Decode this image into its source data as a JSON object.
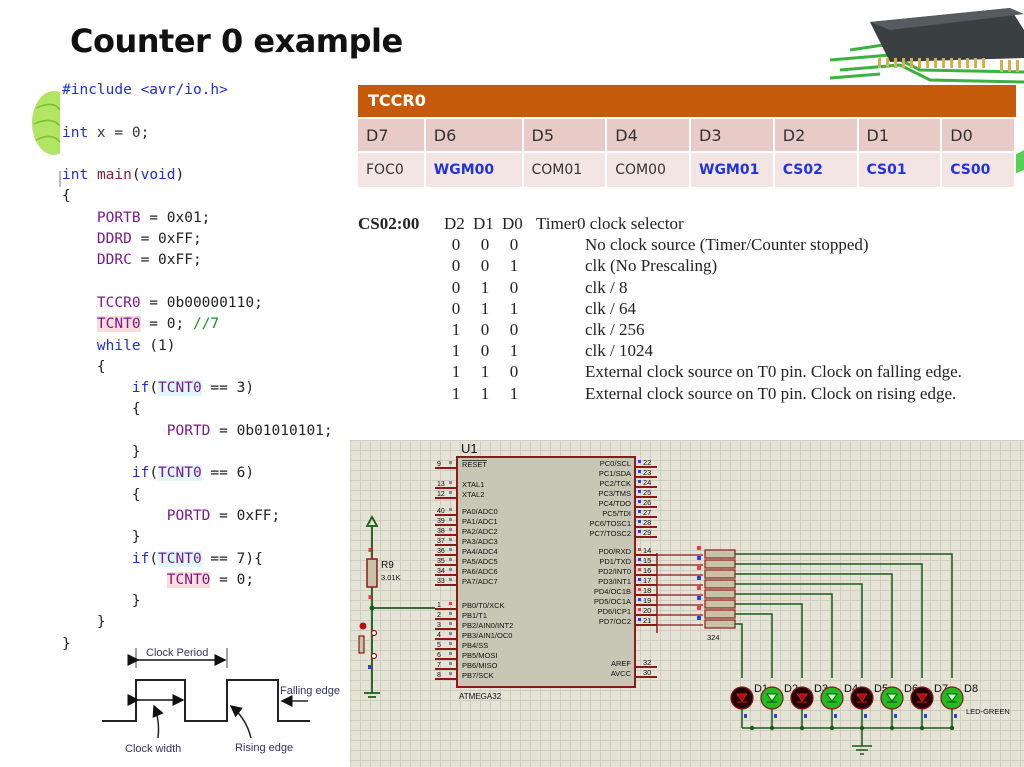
{
  "title": "Counter 0 example",
  "code": {
    "lines": [
      [
        {
          "t": "#include <avr/io.h>",
          "c": "kw"
        }
      ],
      [],
      [
        {
          "t": "int",
          "c": "kw"
        },
        {
          "t": " x = 0;",
          "c": "num"
        }
      ],
      [],
      [
        {
          "t": "int",
          "c": "kw"
        },
        {
          "t": " "
        },
        {
          "t": "main",
          "c": "fn"
        },
        {
          "t": "("
        },
        {
          "t": "void",
          "c": "kw"
        },
        {
          "t": ")"
        }
      ],
      [
        {
          "t": "{"
        }
      ],
      [
        {
          "t": "    "
        },
        {
          "t": "PORTB",
          "c": "id"
        },
        {
          "t": " = 0x01;"
        }
      ],
      [
        {
          "t": "    "
        },
        {
          "t": "DDRD",
          "c": "id"
        },
        {
          "t": " = 0xFF;"
        }
      ],
      [
        {
          "t": "    "
        },
        {
          "t": "DDRC",
          "c": "id"
        },
        {
          "t": " = 0xFF;"
        }
      ],
      [],
      [
        {
          "t": "    "
        },
        {
          "t": "TCCR0",
          "c": "id"
        },
        {
          "t": " = 0b00000110;"
        }
      ],
      [
        {
          "t": "    "
        },
        {
          "t": "TCNT0",
          "c": "hl-red"
        },
        {
          "t": " = 0; "
        },
        {
          "t": "//7",
          "c": "cm"
        }
      ],
      [
        {
          "t": "    "
        },
        {
          "t": "while",
          "c": "kw"
        },
        {
          "t": " (1)"
        }
      ],
      [
        {
          "t": "    {"
        }
      ],
      [
        {
          "t": "        "
        },
        {
          "t": "if",
          "c": "kw"
        },
        {
          "t": "("
        },
        {
          "t": "TCNT0",
          "c": "hl-cyan"
        },
        {
          "t": " == 3)"
        }
      ],
      [
        {
          "t": "        {"
        }
      ],
      [
        {
          "t": "            "
        },
        {
          "t": "PORTD",
          "c": "id"
        },
        {
          "t": " = 0b01010101;"
        }
      ],
      [
        {
          "t": "        }"
        }
      ],
      [
        {
          "t": "        "
        },
        {
          "t": "if",
          "c": "kw"
        },
        {
          "t": "("
        },
        {
          "t": "TCNT0",
          "c": "hl-cyan"
        },
        {
          "t": " == 6)"
        }
      ],
      [
        {
          "t": "        {"
        }
      ],
      [
        {
          "t": "            "
        },
        {
          "t": "PORTD",
          "c": "id"
        },
        {
          "t": " = 0xFF;"
        }
      ],
      [
        {
          "t": "        }"
        }
      ],
      [
        {
          "t": "        "
        },
        {
          "t": "if",
          "c": "kw"
        },
        {
          "t": "("
        },
        {
          "t": "TCNT0",
          "c": "hl-cyan"
        },
        {
          "t": " == 7){"
        }
      ],
      [
        {
          "t": "            "
        },
        {
          "t": "TCNT0",
          "c": "hl-red"
        },
        {
          "t": " = 0;"
        }
      ],
      [
        {
          "t": "        }"
        }
      ],
      [
        {
          "t": "    }"
        }
      ],
      [
        {
          "t": "}"
        }
      ]
    ]
  },
  "tccr0": {
    "header": "TCCR0",
    "bits": [
      "D7",
      "D6",
      "D5",
      "D4",
      "D3",
      "D2",
      "D1",
      "D0"
    ],
    "names": [
      {
        "label": "FOC0",
        "highlight": false
      },
      {
        "label": "WGM00",
        "highlight": true
      },
      {
        "label": "COM01",
        "highlight": false
      },
      {
        "label": "COM00",
        "highlight": false
      },
      {
        "label": "WGM01",
        "highlight": true
      },
      {
        "label": "CS02",
        "highlight": true
      },
      {
        "label": "CS01",
        "highlight": true
      },
      {
        "label": "CS00",
        "highlight": true
      }
    ]
  },
  "clock_select": {
    "label": "CS02:00",
    "headers": [
      "D2",
      "D1",
      "D0"
    ],
    "header_desc": "Timer0 clock selector",
    "rows": [
      {
        "bits": [
          "0",
          "0",
          "0"
        ],
        "desc": "No clock source (Timer/Counter stopped)"
      },
      {
        "bits": [
          "0",
          "0",
          "1"
        ],
        "desc": "clk (No Prescaling)"
      },
      {
        "bits": [
          "0",
          "1",
          "0"
        ],
        "desc": "clk / 8"
      },
      {
        "bits": [
          "0",
          "1",
          "1"
        ],
        "desc": "clk / 64"
      },
      {
        "bits": [
          "1",
          "0",
          "0"
        ],
        "desc": "clk / 256"
      },
      {
        "bits": [
          "1",
          "0",
          "1"
        ],
        "desc": "clk / 1024"
      },
      {
        "bits": [
          "1",
          "1",
          "0"
        ],
        "desc": "External clock source on T0 pin. Clock on falling edge."
      },
      {
        "bits": [
          "1",
          "1",
          "1"
        ],
        "desc": "External clock source on T0 pin. Clock on rising edge."
      }
    ]
  },
  "clock_diagram": {
    "period_label": "Clock Period",
    "width_label": "Clock width",
    "rising_label": "Rising edge",
    "falling_label": "Falling edge"
  },
  "schematic": {
    "mcu_ref": "U1",
    "mcu_part": "ATMEGA32",
    "left_pins": [
      {
        "num": "9",
        "name": "RESET",
        "overline": true
      },
      {
        "num": "13",
        "name": "XTAL1"
      },
      {
        "num": "12",
        "name": "XTAL2"
      },
      {
        "num": "40",
        "name": "PA0/ADC0"
      },
      {
        "num": "39",
        "name": "PA1/ADC1"
      },
      {
        "num": "38",
        "name": "PA2/ADC2"
      },
      {
        "num": "37",
        "name": "PA3/ADC3"
      },
      {
        "num": "36",
        "name": "PA4/ADC4"
      },
      {
        "num": "35",
        "name": "PA5/ADC5"
      },
      {
        "num": "34",
        "name": "PA6/ADC6"
      },
      {
        "num": "33",
        "name": "PA7/ADC7"
      },
      {
        "num": "1",
        "name": "PB0/T0/XCK"
      },
      {
        "num": "2",
        "name": "PB1/T1"
      },
      {
        "num": "3",
        "name": "PB2/AIN0/INT2"
      },
      {
        "num": "4",
        "name": "PB3/AIN1/OC0"
      },
      {
        "num": "5",
        "name": "PB4/SS"
      },
      {
        "num": "6",
        "name": "PB5/MOSI"
      },
      {
        "num": "7",
        "name": "PB6/MISO"
      },
      {
        "num": "8",
        "name": "PB7/SCK"
      }
    ],
    "right_pins_c": [
      {
        "num": "22",
        "name": "PC0/SCL"
      },
      {
        "num": "23",
        "name": "PC1/SDA"
      },
      {
        "num": "24",
        "name": "PC2/TCK"
      },
      {
        "num": "25",
        "name": "PC3/TMS"
      },
      {
        "num": "26",
        "name": "PC4/TDO"
      },
      {
        "num": "27",
        "name": "PC5/TDI"
      },
      {
        "num": "28",
        "name": "PC6/TOSC1"
      },
      {
        "num": "29",
        "name": "PC7/TOSC2"
      }
    ],
    "right_pins_d": [
      {
        "num": "14",
        "name": "PD0/RXD"
      },
      {
        "num": "15",
        "name": "PD1/TXD"
      },
      {
        "num": "16",
        "name": "PD2/INT0"
      },
      {
        "num": "17",
        "name": "PD3/INT1"
      },
      {
        "num": "18",
        "name": "PD4/OC1B"
      },
      {
        "num": "19",
        "name": "PD5/OC1A"
      },
      {
        "num": "20",
        "name": "PD6/ICP1"
      },
      {
        "num": "21",
        "name": "PD7/OC2"
      }
    ],
    "right_pins_power": [
      {
        "num": "32",
        "name": "AREF"
      },
      {
        "num": "30",
        "name": "AVCC"
      }
    ],
    "resistor_ref": "R9",
    "resistor_value": "3.01K",
    "resistor_pack_label": "324",
    "leds": [
      {
        "ref": "D1",
        "state": "off"
      },
      {
        "ref": "D2",
        "state": "on"
      },
      {
        "ref": "D3",
        "state": "off"
      },
      {
        "ref": "D4",
        "state": "on"
      },
      {
        "ref": "D5",
        "state": "off"
      },
      {
        "ref": "D6",
        "state": "on"
      },
      {
        "ref": "D7",
        "state": "off"
      },
      {
        "ref": "D8",
        "state": "on"
      }
    ],
    "led_part": "LED-GREEN",
    "colors": {
      "led_on": "#22bb22",
      "led_off": "#220000",
      "wire": "#1a5a1a",
      "pin": "#8b1a1a",
      "pin_high": "#e04040",
      "pin_low": "#3040e0"
    }
  }
}
